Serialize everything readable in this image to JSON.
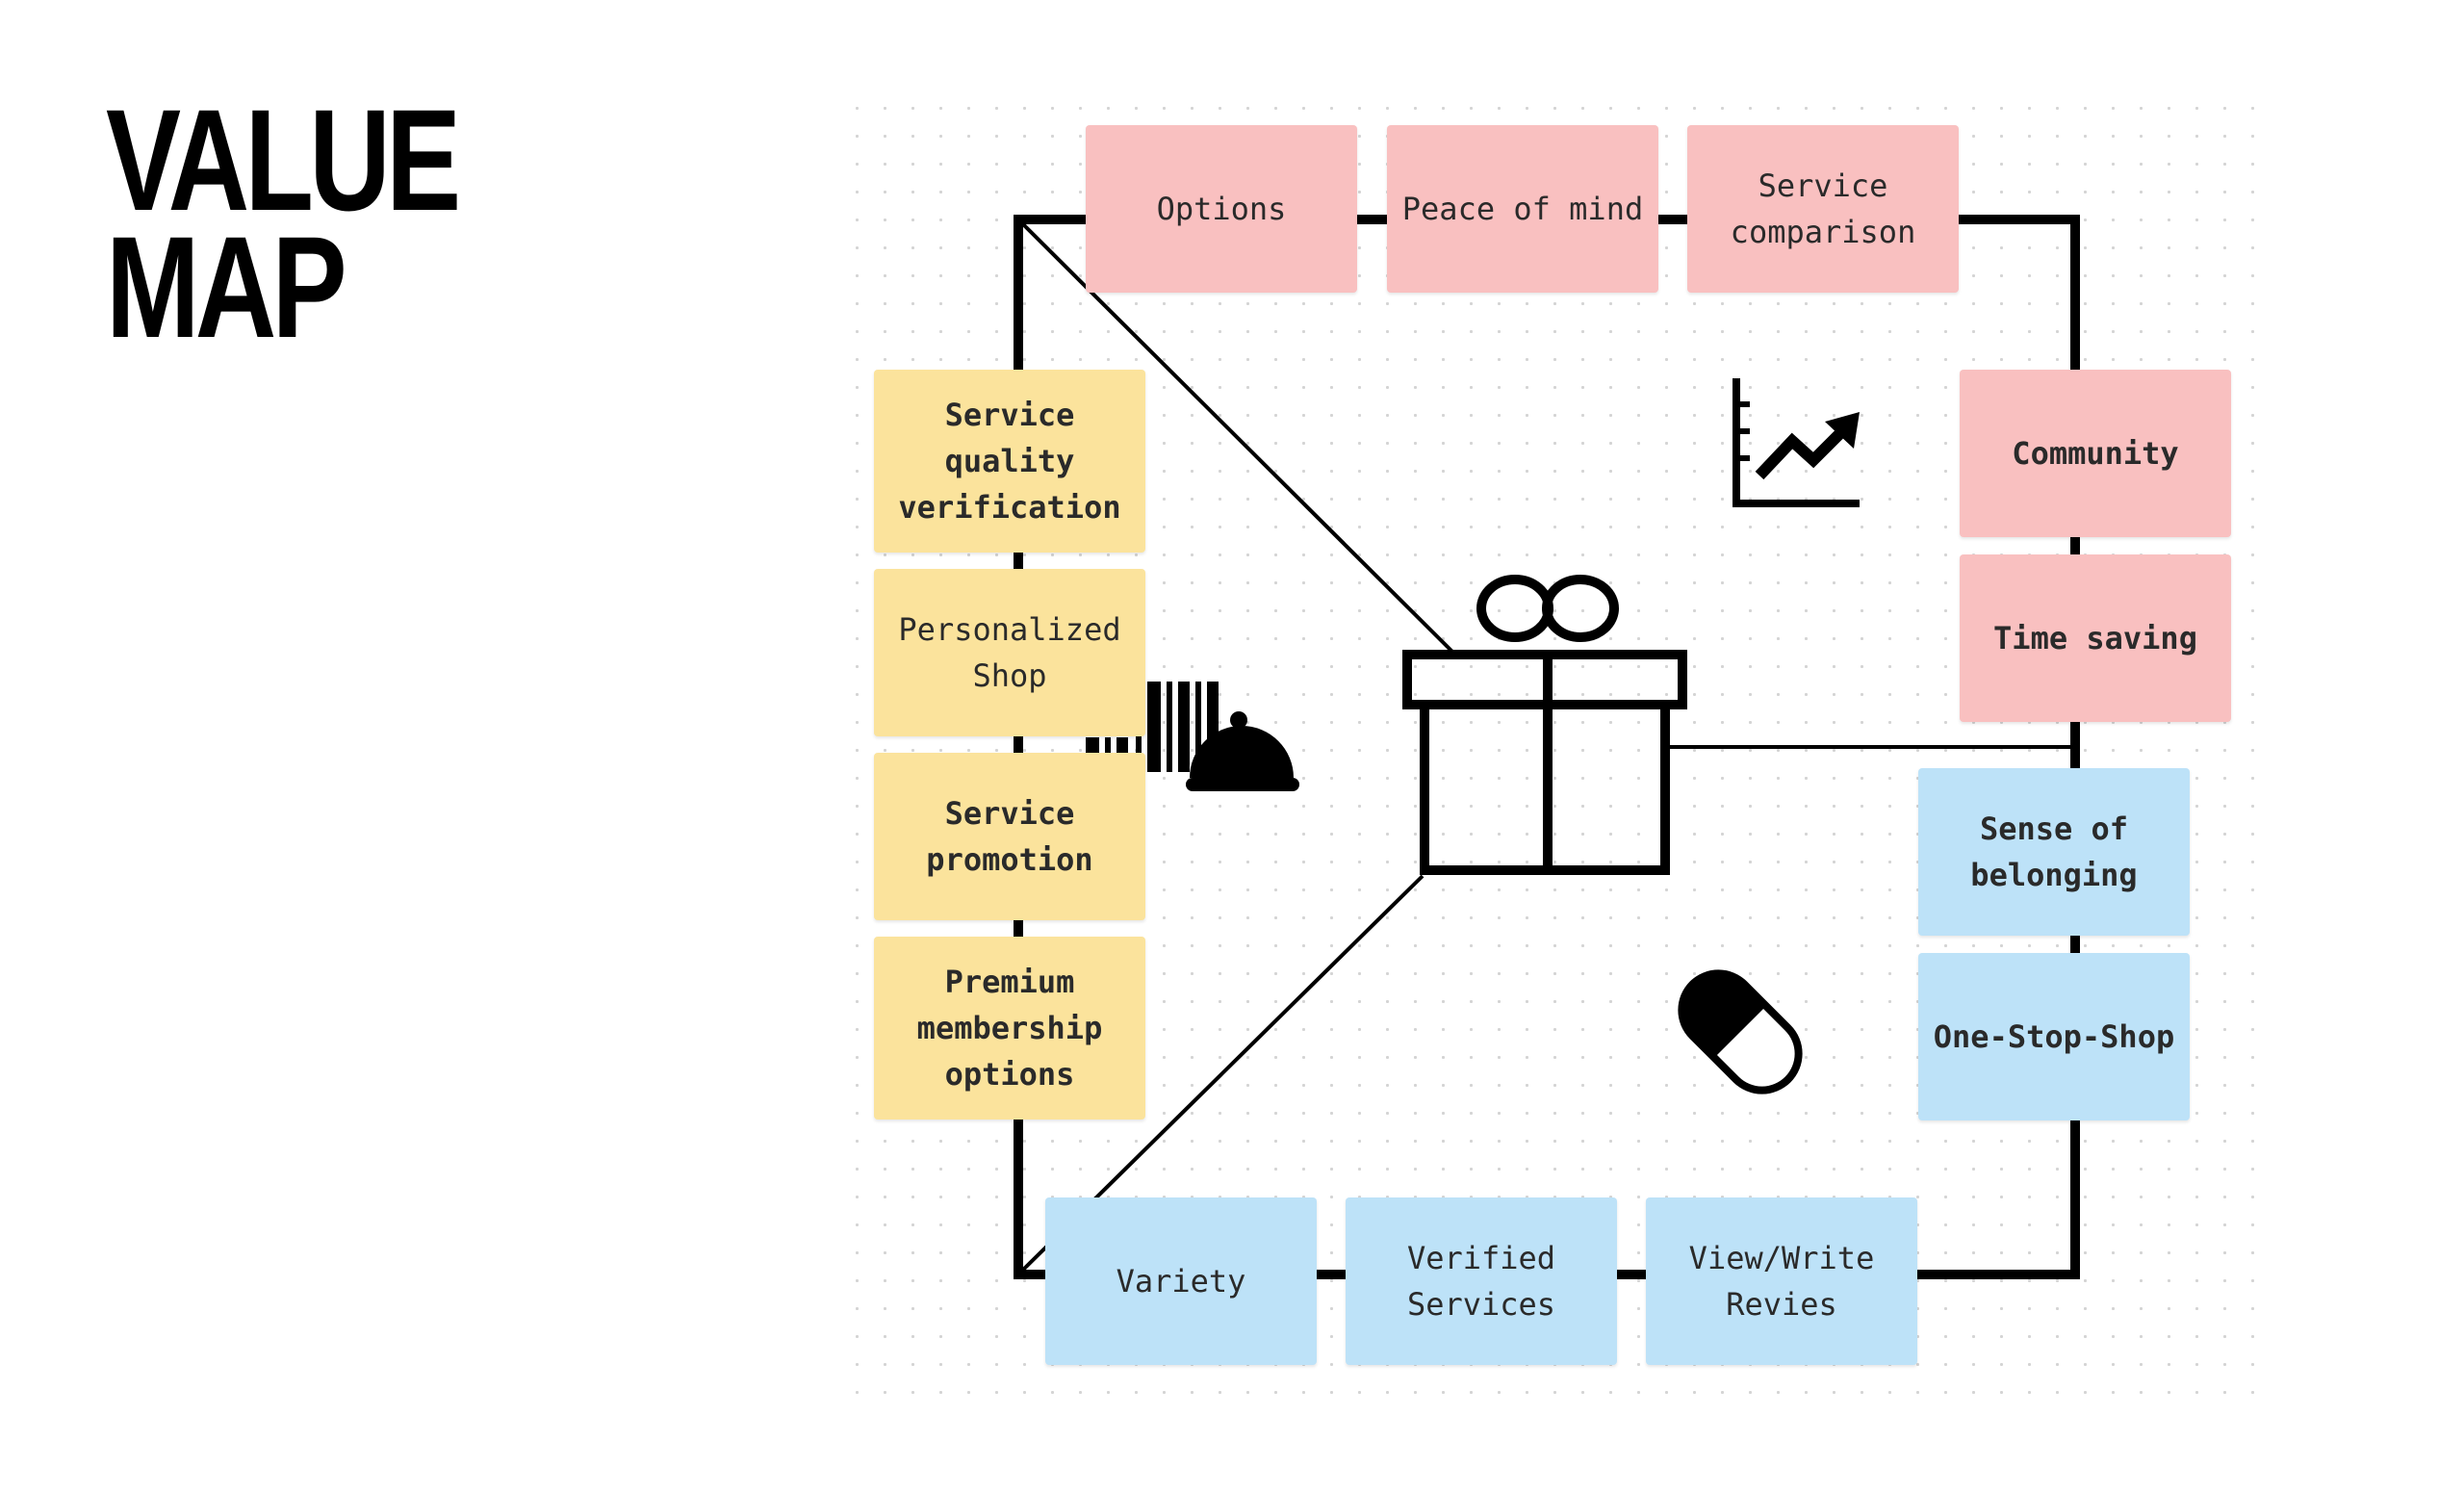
{
  "title": {
    "line1": "VALUE",
    "line2": "MAP"
  },
  "colors": {
    "gain_notes": "#f9c0c0",
    "pain_notes": "#fbe39c",
    "product_notes": "#bde2f8",
    "lines": "#000000"
  },
  "icons": {
    "center": "gift-icon",
    "gains": "chart-trending-up-icon",
    "pains": "barcode-cloche-icon",
    "products": "pill-icon"
  },
  "notes": {
    "top": [
      {
        "text": "Options"
      },
      {
        "text": "Peace of mind"
      },
      {
        "text": "Service comparison"
      }
    ],
    "right_pink": [
      {
        "text": "Community"
      },
      {
        "text": "Time saving"
      }
    ],
    "left": [
      {
        "text": "Service quality verification"
      },
      {
        "text": "Personalized Shop"
      },
      {
        "text": "Service promotion"
      },
      {
        "text": "Premium membership options"
      }
    ],
    "right_blue": [
      {
        "text": "Sense of belonging"
      },
      {
        "text": "One-Stop-Shop"
      }
    ],
    "bottom": [
      {
        "text": "Variety"
      },
      {
        "text": "Verified Services"
      },
      {
        "text": "View/Write Revies"
      }
    ]
  }
}
